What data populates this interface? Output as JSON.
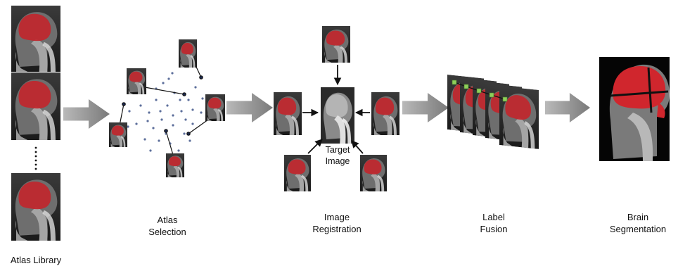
{
  "stages": {
    "atlas_library": "Atlas Library",
    "atlas_selection": [
      "Atlas",
      "Selection"
    ],
    "image_registration": [
      "Image",
      "Registration"
    ],
    "label_fusion": [
      "Label",
      "Fusion"
    ],
    "brain_segmentation": [
      "Brain",
      "Segmentation"
    ]
  },
  "target_label": [
    "Target",
    "Image"
  ],
  "library_ellipsis": "⋮",
  "colors": {
    "brain_red": "#c0262d",
    "arrow_gray": "#8a8a8a",
    "scatter_dot": "#5d6f9b",
    "fusion_marker": "#8ecf5a",
    "line_black": "#111111"
  },
  "icons": {
    "flow_arrow": "gray-chevron-arrow",
    "mri_slice": "sagittal-head-mri"
  }
}
